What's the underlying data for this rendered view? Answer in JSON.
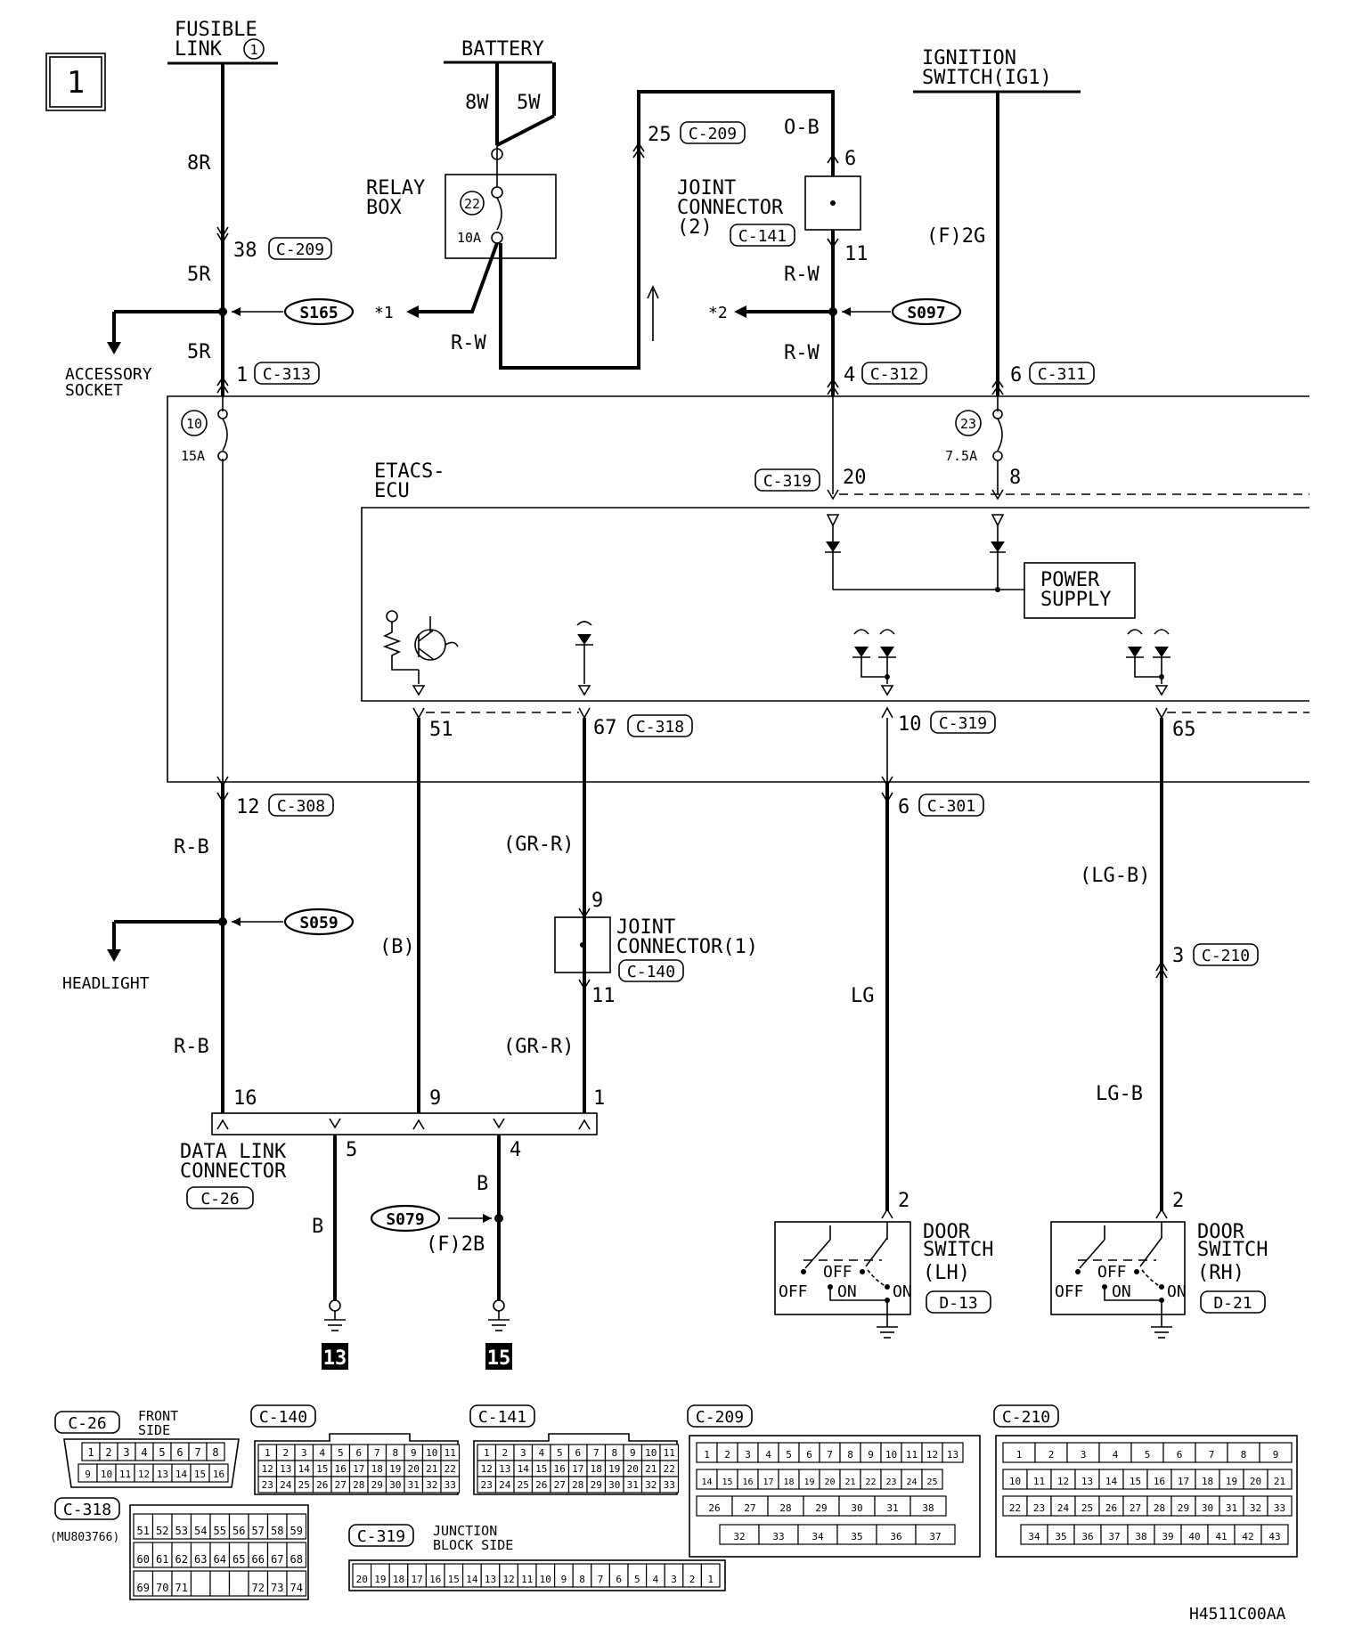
{
  "page_number": "1",
  "sources": {
    "fusible_link": [
      "FUSIBLE",
      "LINK"
    ],
    "fusible_link_no": "1",
    "battery": "BATTERY",
    "ignition_switch": [
      "IGNITION",
      "SWITCH(IG1)"
    ]
  },
  "wire_colors": {
    "w8r": "8R",
    "w5r_a": "5R",
    "w5r_b": "5R",
    "w8w": "8W",
    "w5w": "5W",
    "rw_relay": "R-W",
    "ob": "O-B",
    "rw_a": "R-W",
    "rw_b": "R-W",
    "f2g": "(F)2G",
    "rb_a": "R-B",
    "rb_b": "R-B",
    "b_paren": "(B)",
    "grr_a": "(GR-R)",
    "grr_b": "(GR-R)",
    "lg": "LG",
    "lgb_paren": "(LG-B)",
    "lgb": "LG-B",
    "b_a": "B",
    "b_b": "B",
    "f2b": "(F)2B"
  },
  "pins": {
    "p38": "38",
    "p25": "25",
    "p6": "6",
    "p11": "11",
    "p1": "1",
    "p4": "4",
    "p6b": "6",
    "p20": "20",
    "p8": "8",
    "p51": "51",
    "p67": "67",
    "p10": "10",
    "p65": "65",
    "p12": "12",
    "p6c": "6",
    "p9": "9",
    "p11b": "11",
    "p3": "3",
    "p16": "16",
    "p9b": "9",
    "p1b": "1",
    "p5": "5",
    "p4b": "4",
    "p2a": "2",
    "p2b": "2"
  },
  "connectors": {
    "c209a": "C-209",
    "c209b": "C-209",
    "c141": "C-141",
    "c313": "C-313",
    "c312": "C-312",
    "c311": "C-311",
    "c319a": "C-319",
    "c318": "C-318",
    "c319b": "C-319",
    "c308": "C-308",
    "c301": "C-301",
    "c140": "C-140",
    "c210": "C-210",
    "c26": "C-26",
    "d13": "D-13",
    "d21": "D-21"
  },
  "splices": [
    "S165",
    "S097",
    "S059",
    "S079"
  ],
  "components": {
    "relay_box": [
      "RELAY",
      "BOX"
    ],
    "fuse22": "22",
    "fuse22_amp": "10A",
    "fuse10": "10",
    "fuse10_amp": "15A",
    "fuse23": "23",
    "fuse23_amp": "7.5A",
    "joint2": [
      "JOINT",
      "CONNECTOR",
      "(2)"
    ],
    "joint1": [
      "JOINT",
      "CONNECTOR(1)"
    ],
    "etacs": [
      "ETACS-",
      "ECU"
    ],
    "power_supply": [
      "POWER",
      "SUPPLY"
    ],
    "accessory": [
      "ACCESSORY",
      "SOCKET"
    ],
    "headlight": "HEADLIGHT",
    "dlc": [
      "DATA LINK",
      "CONNECTOR"
    ],
    "door_lh": [
      "DOOR",
      "SWITCH",
      "(LH)"
    ],
    "door_rh": [
      "DOOR",
      "SWITCH",
      "(RH)"
    ],
    "off": "OFF",
    "on": "ON",
    "star1": "*1",
    "star2": "*2",
    "ground13": "13",
    "ground15": "15"
  },
  "connector_views": {
    "c26_title": "C-26",
    "c26_side": [
      "FRONT",
      "SIDE"
    ],
    "c26_row1": [
      "1",
      "2",
      "3",
      "4",
      "5",
      "6",
      "7",
      "8"
    ],
    "c26_row2": [
      "9",
      "10",
      "11",
      "12",
      "13",
      "14",
      "15",
      "16"
    ],
    "c140_title": "C-140",
    "c141_title": "C-141",
    "c140_row1": [
      "1",
      "2",
      "3",
      "4",
      "5",
      "6",
      "7",
      "8",
      "9",
      "10",
      "11"
    ],
    "c140_row2": [
      "12",
      "13",
      "14",
      "15",
      "16",
      "17",
      "18",
      "19",
      "20",
      "21",
      "22"
    ],
    "c140_row3": [
      "23",
      "24",
      "25",
      "26",
      "27",
      "28",
      "29",
      "30",
      "31",
      "32",
      "33"
    ],
    "c209_title": "C-209",
    "c210_title": "C-210",
    "c318_title": "C-318",
    "c318_part": "(MU803766)",
    "c318_row1": [
      "51",
      "52",
      "53",
      "54",
      "55",
      "56",
      "57",
      "58",
      "59"
    ],
    "c318_row2": [
      "60",
      "61",
      "62",
      "63",
      "64",
      "65",
      "66",
      "67",
      "68"
    ],
    "c318_row3": [
      "69",
      "70",
      "71",
      "",
      "",
      "",
      "72",
      "73",
      "74"
    ],
    "c319_title": "C-319",
    "c319_side": [
      "JUNCTION",
      "BLOCK SIDE"
    ],
    "c319_row": [
      "20",
      "19",
      "18",
      "17",
      "16",
      "15",
      "14",
      "13",
      "12",
      "11",
      "10",
      "9",
      "8",
      "7",
      "6",
      "5",
      "4",
      "3",
      "2",
      "1"
    ],
    "c209_r1": [
      "1",
      "2",
      "3",
      "4",
      "5",
      "6",
      "7",
      "8",
      "9",
      "10",
      "11",
      "12",
      "13"
    ],
    "c209_r2": [
      "14",
      "15",
      "16",
      "17",
      "18",
      "19",
      "20",
      "21",
      "22",
      "23",
      "24",
      "25"
    ],
    "c209_r3": [
      "26",
      "27",
      "28",
      "29",
      "30",
      "31",
      "38"
    ],
    "c209_r4": [
      "32",
      "33",
      "34",
      "35",
      "36",
      "37"
    ],
    "c210_r1": [
      "1",
      "2",
      "3",
      "4",
      "5",
      "6",
      "7",
      "8",
      "9"
    ],
    "c210_r2": [
      "10",
      "11",
      "12",
      "13",
      "14",
      "15",
      "16",
      "17",
      "18",
      "19",
      "20",
      "21"
    ],
    "c210_r3": [
      "22",
      "23",
      "24",
      "25",
      "26",
      "27",
      "28",
      "29",
      "30",
      "31",
      "32",
      "33"
    ],
    "c210_r4": [
      "34",
      "35",
      "36",
      "37",
      "38",
      "39",
      "40",
      "41",
      "42",
      "43"
    ]
  },
  "figure_code": "H4511C00AA"
}
